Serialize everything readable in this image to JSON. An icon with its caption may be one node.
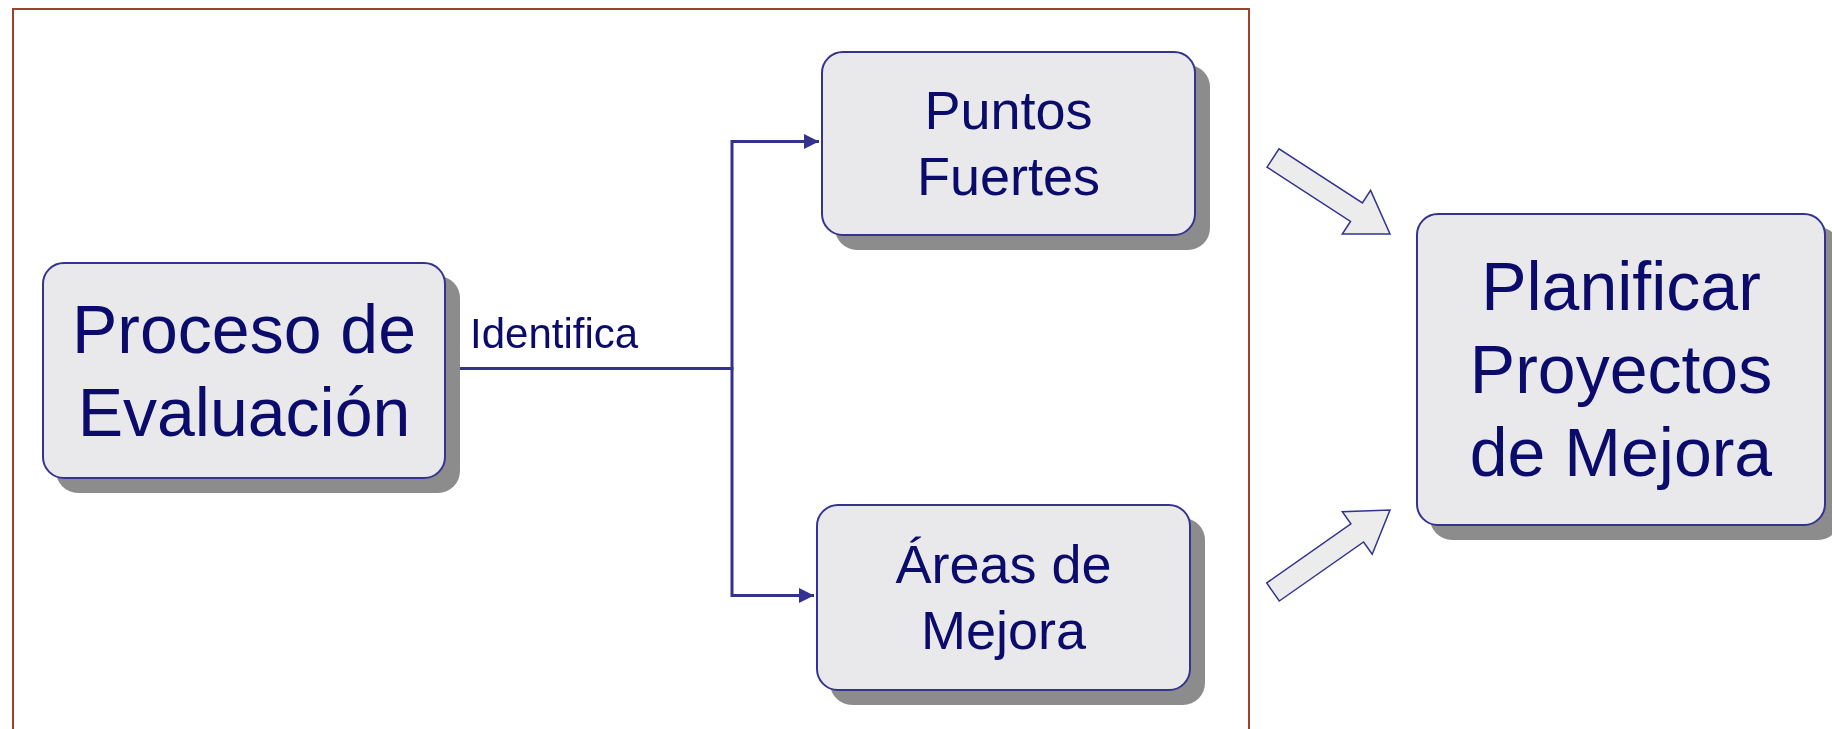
{
  "diagram": {
    "nodes": [
      {
        "text": [],
        "shape": "box"
      },
      {
        "text": [
          "Proceso de Evaluación"
        ],
        "in": 0
      },
      {
        "text": [
          "Puntos Fuertes"
        ],
        "in": 0
      },
      {
        "text": [
          "Áreas de Mejora"
        ],
        "in": 0
      },
      {
        "text": [
          "Planificar Proyectos de Mejora"
        ]
      }
    ],
    "edges": [
      {
        "from": 1,
        "to": 2,
        "arrow": "to",
        "label": "Identifica"
      },
      {
        "from": 1,
        "to": 3,
        "arrow": "to"
      },
      {
        "from": 2,
        "to": 4,
        "arrow": "to",
        "style": "thick"
      },
      {
        "from": 3,
        "to": 4,
        "arrow": "to",
        "style": "thick"
      }
    ]
  }
}
